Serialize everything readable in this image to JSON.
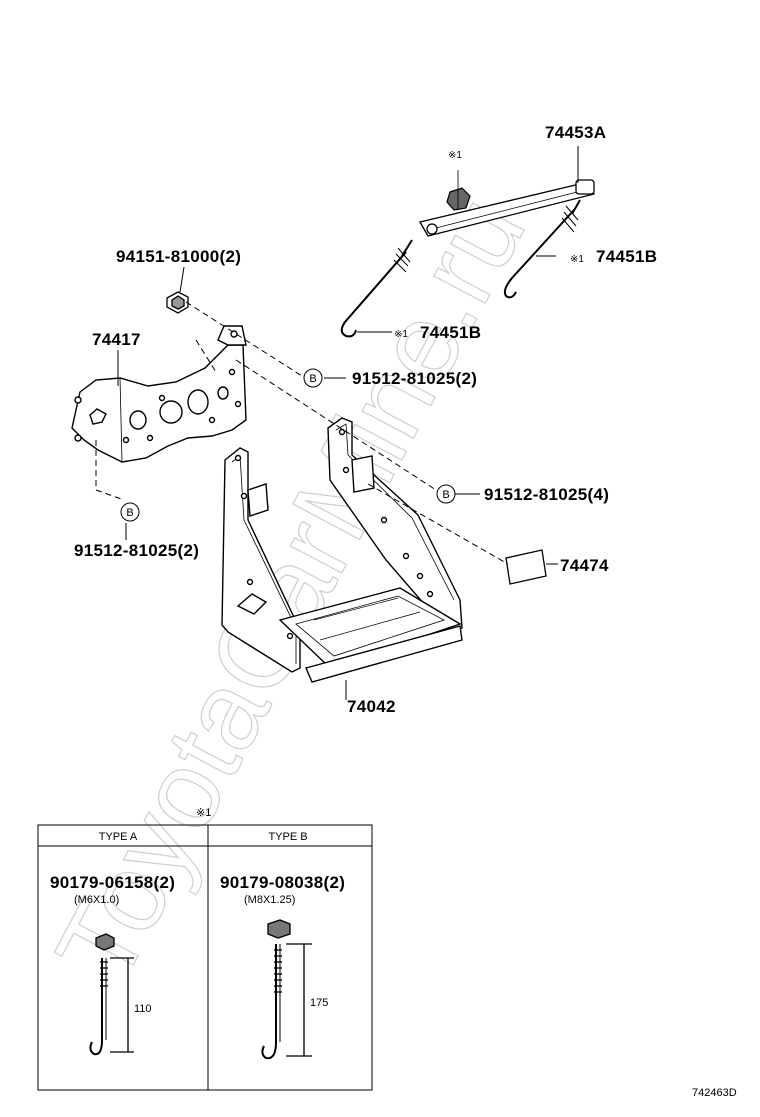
{
  "diagram": {
    "callouts": {
      "bracket_stay_a": "74453A",
      "hook_bolt_right": "74451B",
      "hook_bolt_left": "74451B",
      "nut": "94151-81000(2)",
      "bracket": "74417",
      "bolt_upper": "91512-81025(2)",
      "bolt_middle": "91512-81025(4)",
      "bolt_lower": "91512-81025(2)",
      "pad": "74474",
      "battery_tray": "74042"
    },
    "note_marks": {
      "nut_top": "※1",
      "hook_right": "※1",
      "hook_left": "※1",
      "table": "※1"
    },
    "circle_b": "B",
    "table": {
      "col_a_header": "TYPE A",
      "col_b_header": "TYPE B",
      "col_a_part": "90179-06158(2)",
      "col_a_size": "(M6X1.0)",
      "col_a_length": "110",
      "col_b_part": "90179-08038(2)",
      "col_b_size": "(M8X1.25)",
      "col_b_length": "175"
    },
    "diagram_id": "742463D",
    "watermark": "ToyotaCarMine.ru"
  }
}
